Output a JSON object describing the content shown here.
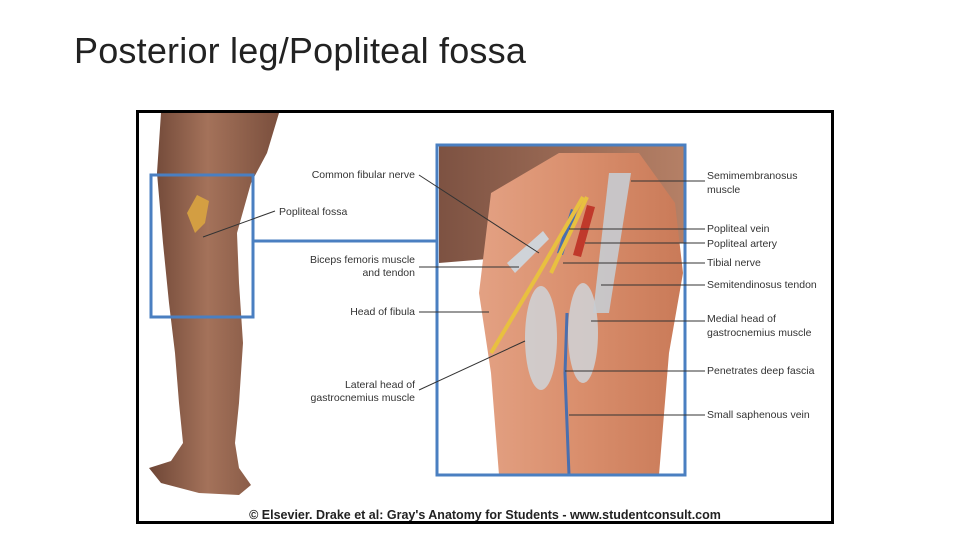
{
  "slide": {
    "title": "Posterior leg/Popliteal fossa"
  },
  "figure": {
    "labels_left": [
      "Common fibular nerve",
      "Popliteal fossa",
      "Biceps femoris muscle",
      "and tendon",
      "Head of fibula",
      "Lateral head of",
      "gastrocnemius muscle"
    ],
    "labels_right": [
      "Semimembranosus",
      "muscle",
      "Popliteal vein",
      "Popliteal artery",
      "Tibial nerve",
      "Semitendinosus tendon",
      "Medial head of",
      "gastrocnemius muscle",
      "Penetrates deep fascia",
      "Small saphenous vein"
    ],
    "credit": "© Elsevier. Drake et al: Gray's Anatomy for Students - www.studentconsult.com",
    "colors": {
      "skin": "#9a6a52",
      "muscle": "#d98e6c",
      "frame": "#4a7fc1",
      "fossa": "#d9a440",
      "vein": "#4a6fae",
      "artery": "#c0392b",
      "nerve": "#e8c040",
      "tendon": "#cfd3d8"
    }
  }
}
